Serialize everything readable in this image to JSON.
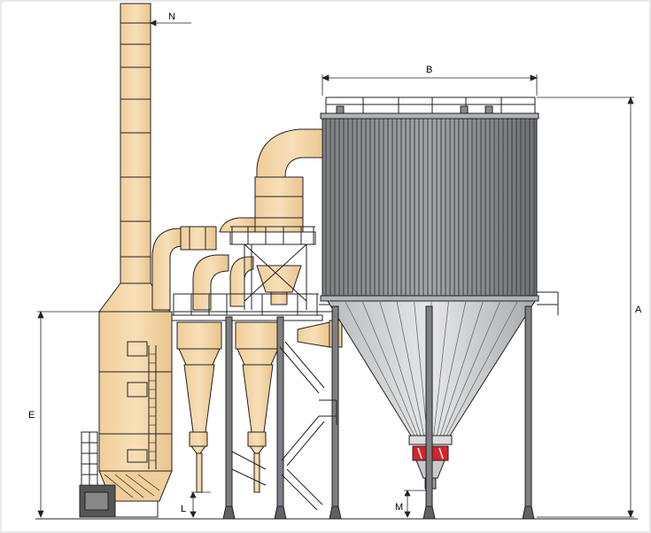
{
  "dimension_labels": {
    "a": "A",
    "b": "B",
    "e": "E",
    "l": "L",
    "m": "M",
    "n": "N"
  },
  "colors": {
    "tan": "#f5d6a8",
    "tan_shade": "#e8c28c",
    "steel": "#8d8f93",
    "steel_dark": "#5f6165",
    "steel_light": "#c9cacc",
    "line": "#222222",
    "red": "#d9232a"
  }
}
